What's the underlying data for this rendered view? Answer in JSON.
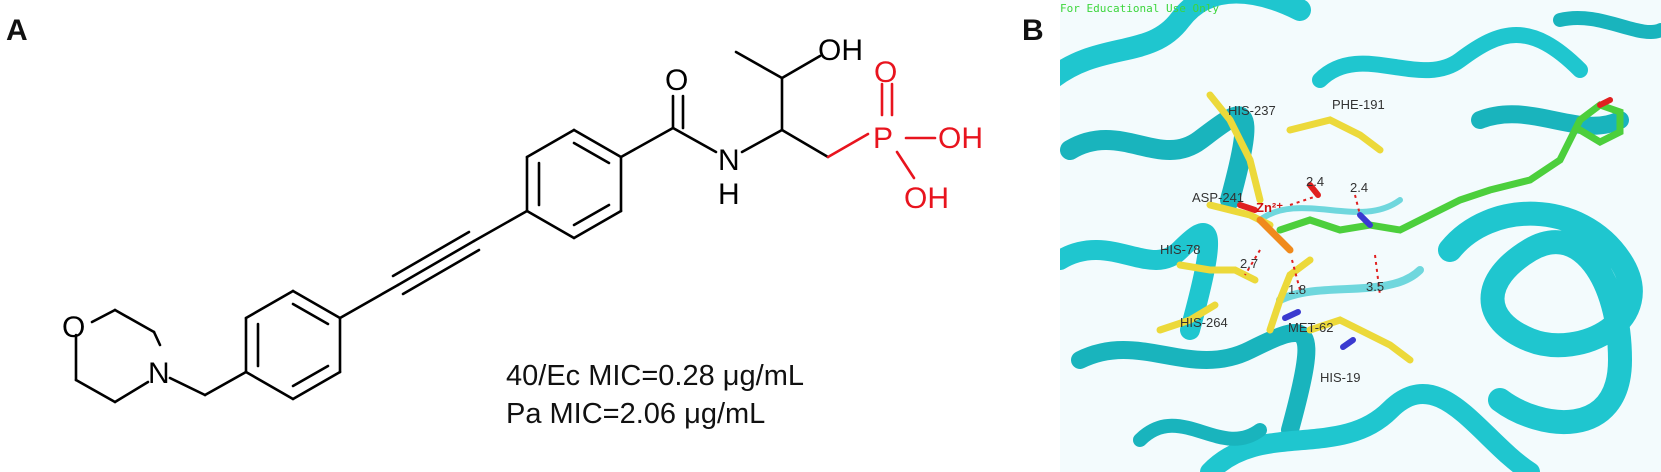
{
  "panels": {
    "a": {
      "label": "A"
    },
    "b": {
      "label": "B"
    }
  },
  "structure": {
    "atoms": {
      "o_carbonyl": "O",
      "oh_hydroxyl": "OH",
      "n_amide": "N",
      "h_amide": "H",
      "o_morpholine": "O",
      "n_morpholine": "N",
      "o_phosphoryl": "O",
      "p": "P",
      "oh_p1": "OH",
      "oh_p2": "OH"
    },
    "colors": {
      "bonds": "#000000",
      "phosphonate": "#e8141e"
    }
  },
  "mic": {
    "line1": "40/Ec MIC=0.28 μg/mL",
    "line2": "Pa MIC=2.06 μg/mL"
  },
  "docking": {
    "watermark": "For Educational Use Only",
    "residues": {
      "his237": "HIS-237",
      "phe191": "PHE-191",
      "asp241": "ASP-241",
      "his78": "HIS-78",
      "his264": "HIS-264",
      "met62": "MET-62",
      "his19": "HIS-19"
    },
    "ion": "Zn²⁺",
    "distances": {
      "d1": "2.4",
      "d2": "2.4",
      "d3": "2.7",
      "d4": "1.8",
      "d5": "3.5"
    },
    "colors": {
      "protein": "#1fc6cf",
      "residue": "#ecd93a",
      "ligand": "#4ccf3c",
      "nitrogen": "#3a3ad0",
      "oxygen": "#e02020",
      "phosphorus": "#f08a1c"
    }
  }
}
